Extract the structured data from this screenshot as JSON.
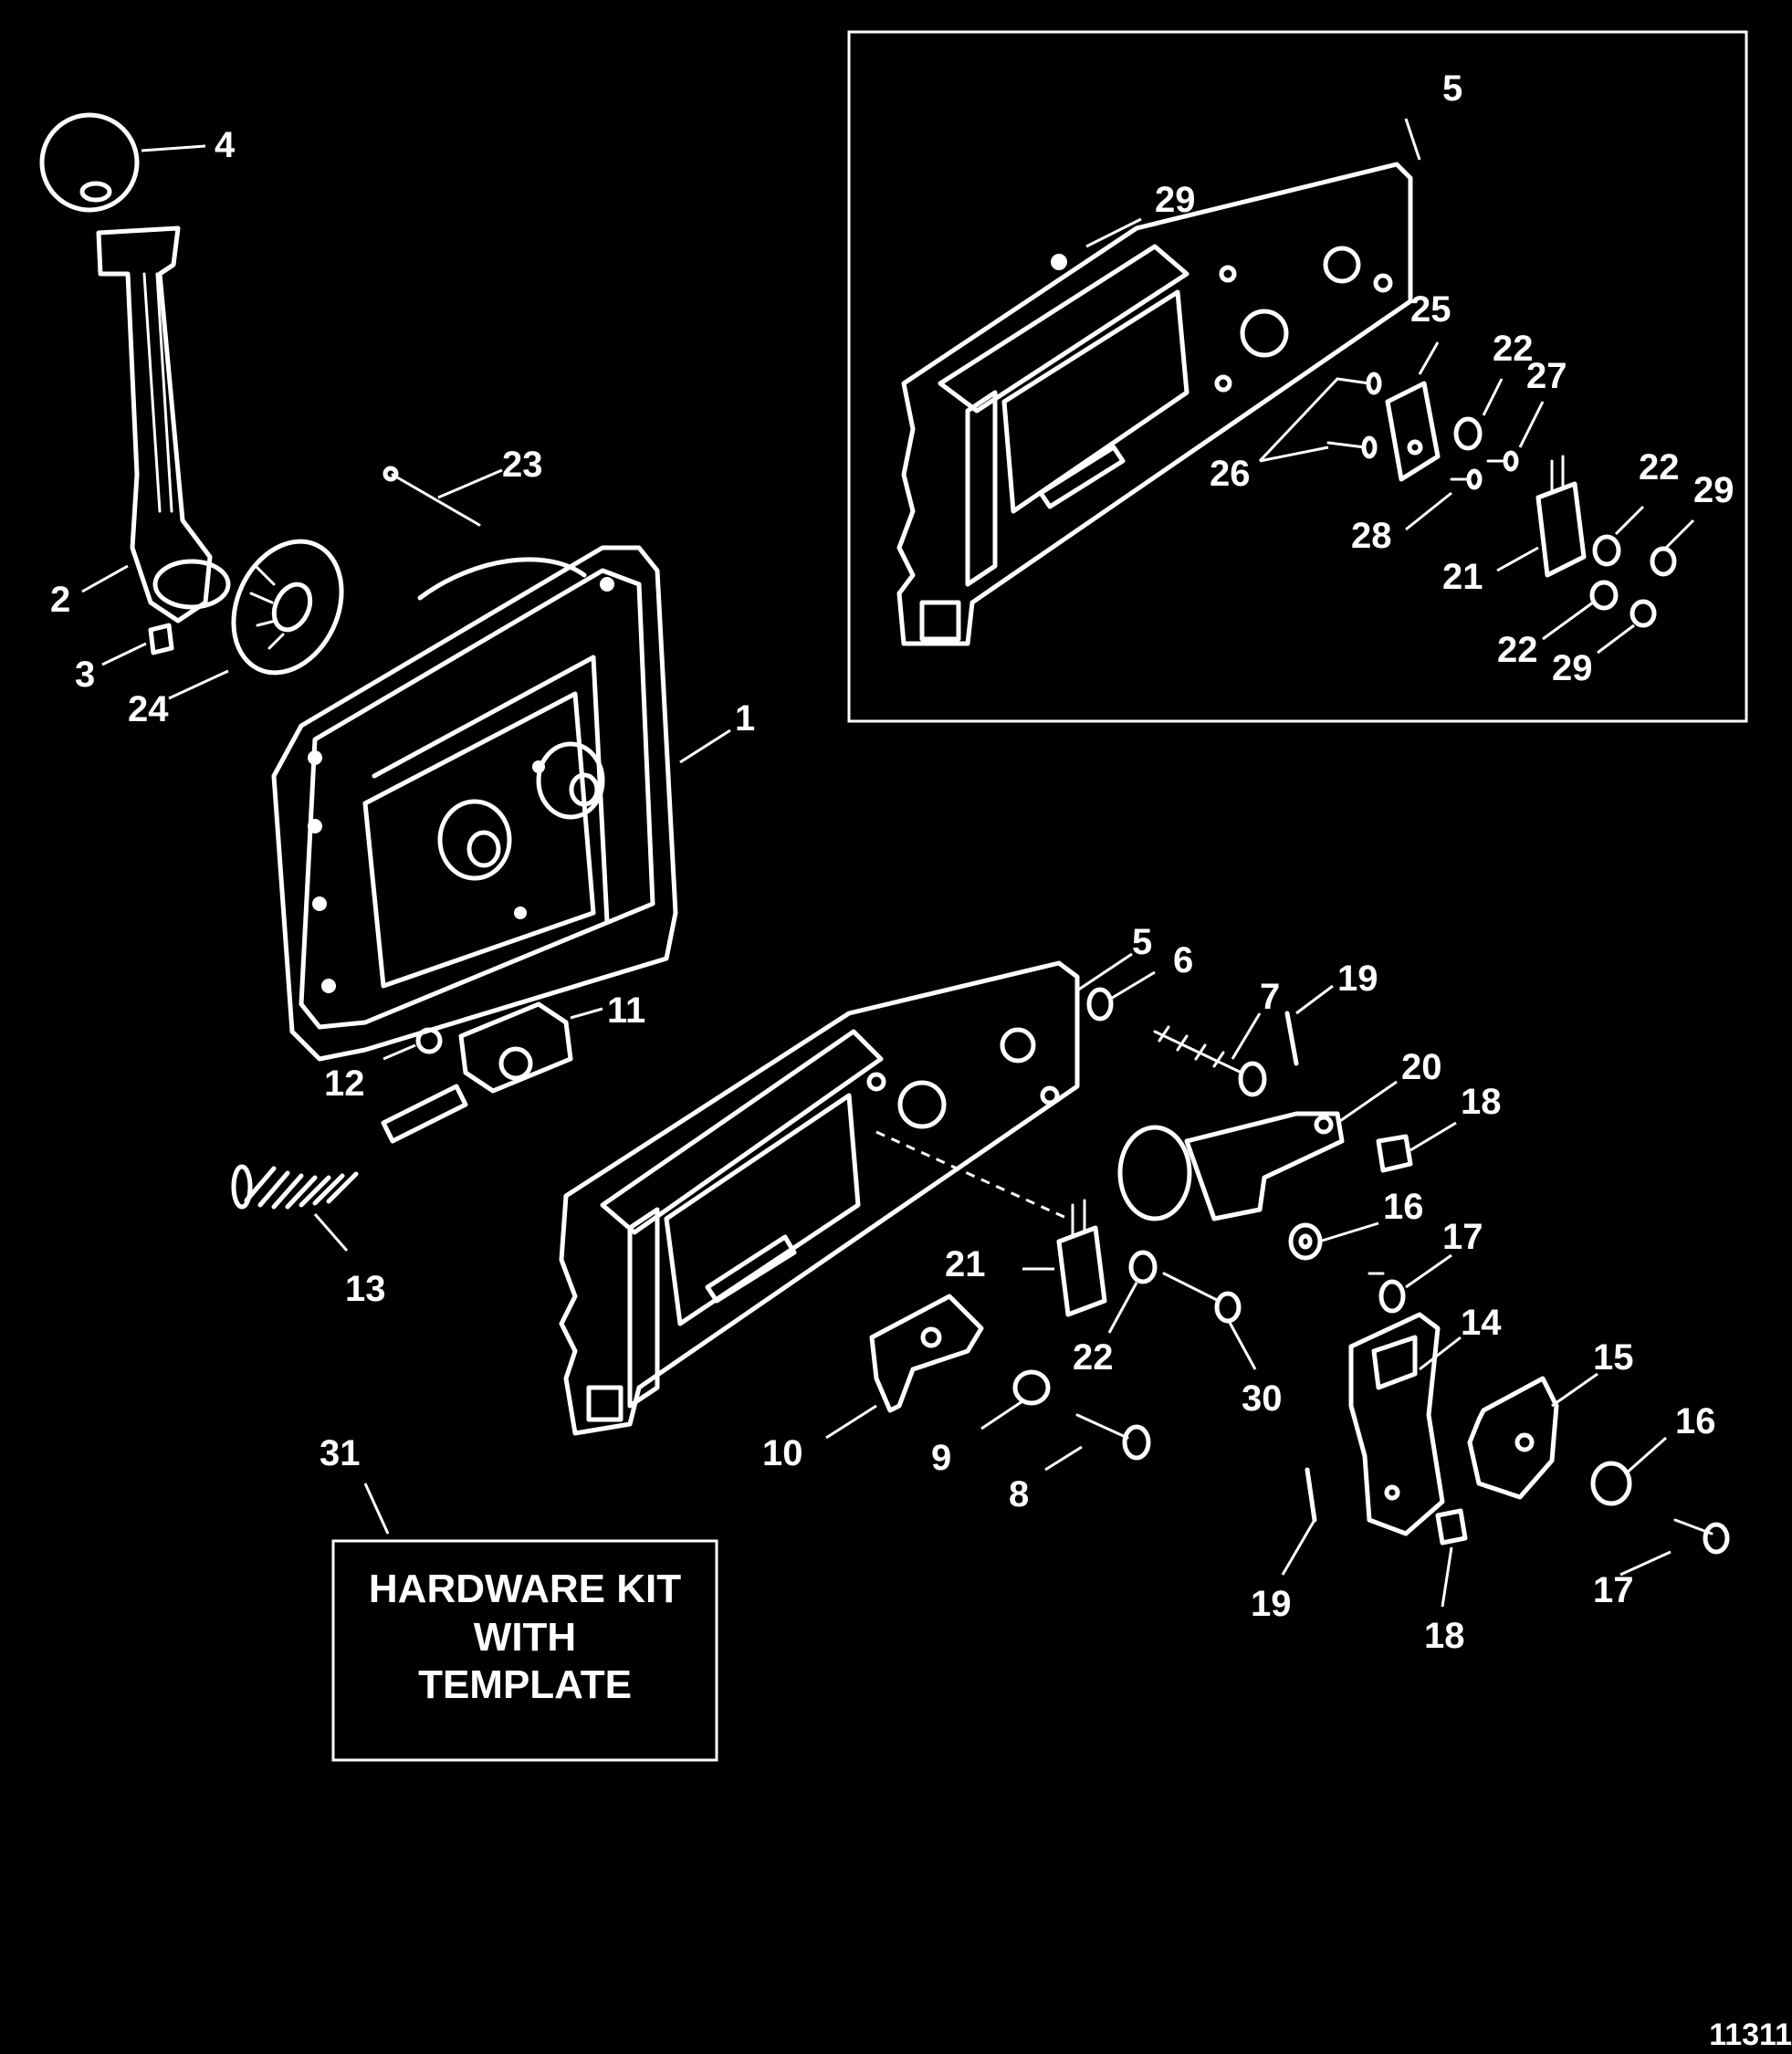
{
  "callouts": {
    "c1": "1",
    "c2": "2",
    "c3": "3",
    "c4": "4",
    "c5_inset": "5",
    "c5_main": "5",
    "c6": "6",
    "c7": "7",
    "c8": "8",
    "c9": "9",
    "c10": "10",
    "c11": "11",
    "c12": "12",
    "c13": "13",
    "c14": "14",
    "c15": "15",
    "c16_a": "16",
    "c16_b": "16",
    "c17_a": "17",
    "c17_b": "17",
    "c18_a": "18",
    "c18_b": "18",
    "c19_a": "19",
    "c19_b": "19",
    "c20": "20",
    "c21_main": "21",
    "c21_inset": "21",
    "c22_main": "22",
    "c22_inset_a": "22",
    "c22_inset_b": "22",
    "c22_inset_c": "22",
    "c23": "23",
    "c24": "24",
    "c25": "25",
    "c26": "26",
    "c27": "27",
    "c28": "28",
    "c29_a": "29",
    "c29_b": "29",
    "c29_c": "29",
    "c30": "30",
    "c31": "31"
  },
  "hardware_box": {
    "line1": "HARDWARE KIT",
    "line2": "WITH",
    "line3": "TEMPLATE"
  },
  "figure_code": "11311"
}
